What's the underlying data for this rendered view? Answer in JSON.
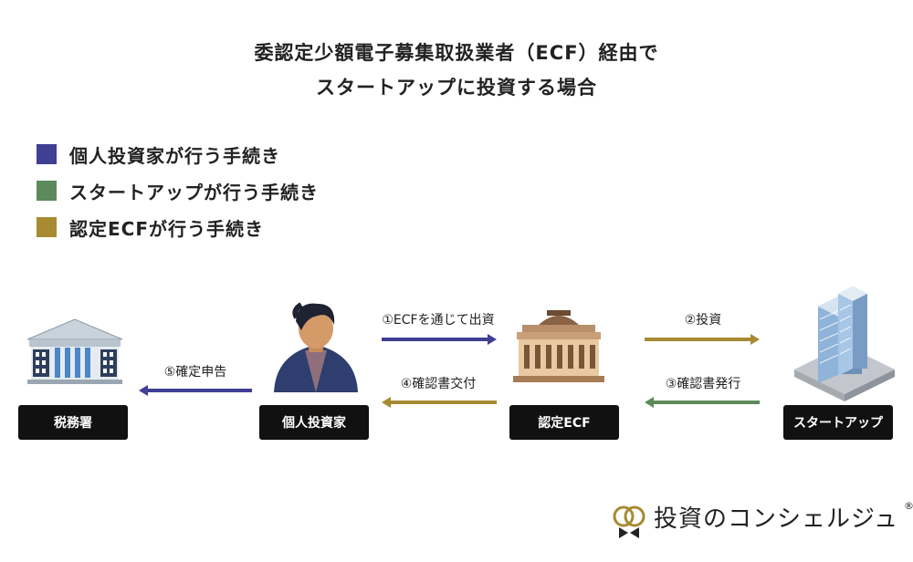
{
  "title": {
    "line1": "委認定少額電子募集取扱業者（ECF）経由で",
    "line2": "スタートアップに投資する場合"
  },
  "legend": [
    {
      "label": "個人投資家が行う手続き",
      "color": "#3f3f94"
    },
    {
      "label": "スタートアップが行う手続き",
      "color": "#5c8a5a"
    },
    {
      "label": "認定ECFが行う手続き",
      "color": "#a88a33"
    }
  ],
  "nodes": {
    "tax_office": "税務署",
    "investor": "個人投資家",
    "ecf": "認定ECF",
    "startup": "スタートアップ"
  },
  "arrows": {
    "a1": "①ECFを通じて出資",
    "a2": "②投資",
    "a3": "③確認書発行",
    "a4": "④確認書交付",
    "a5": "⑤確定申告"
  },
  "brand": {
    "name": "投資のコンシェルジュ",
    "mark": "®"
  }
}
